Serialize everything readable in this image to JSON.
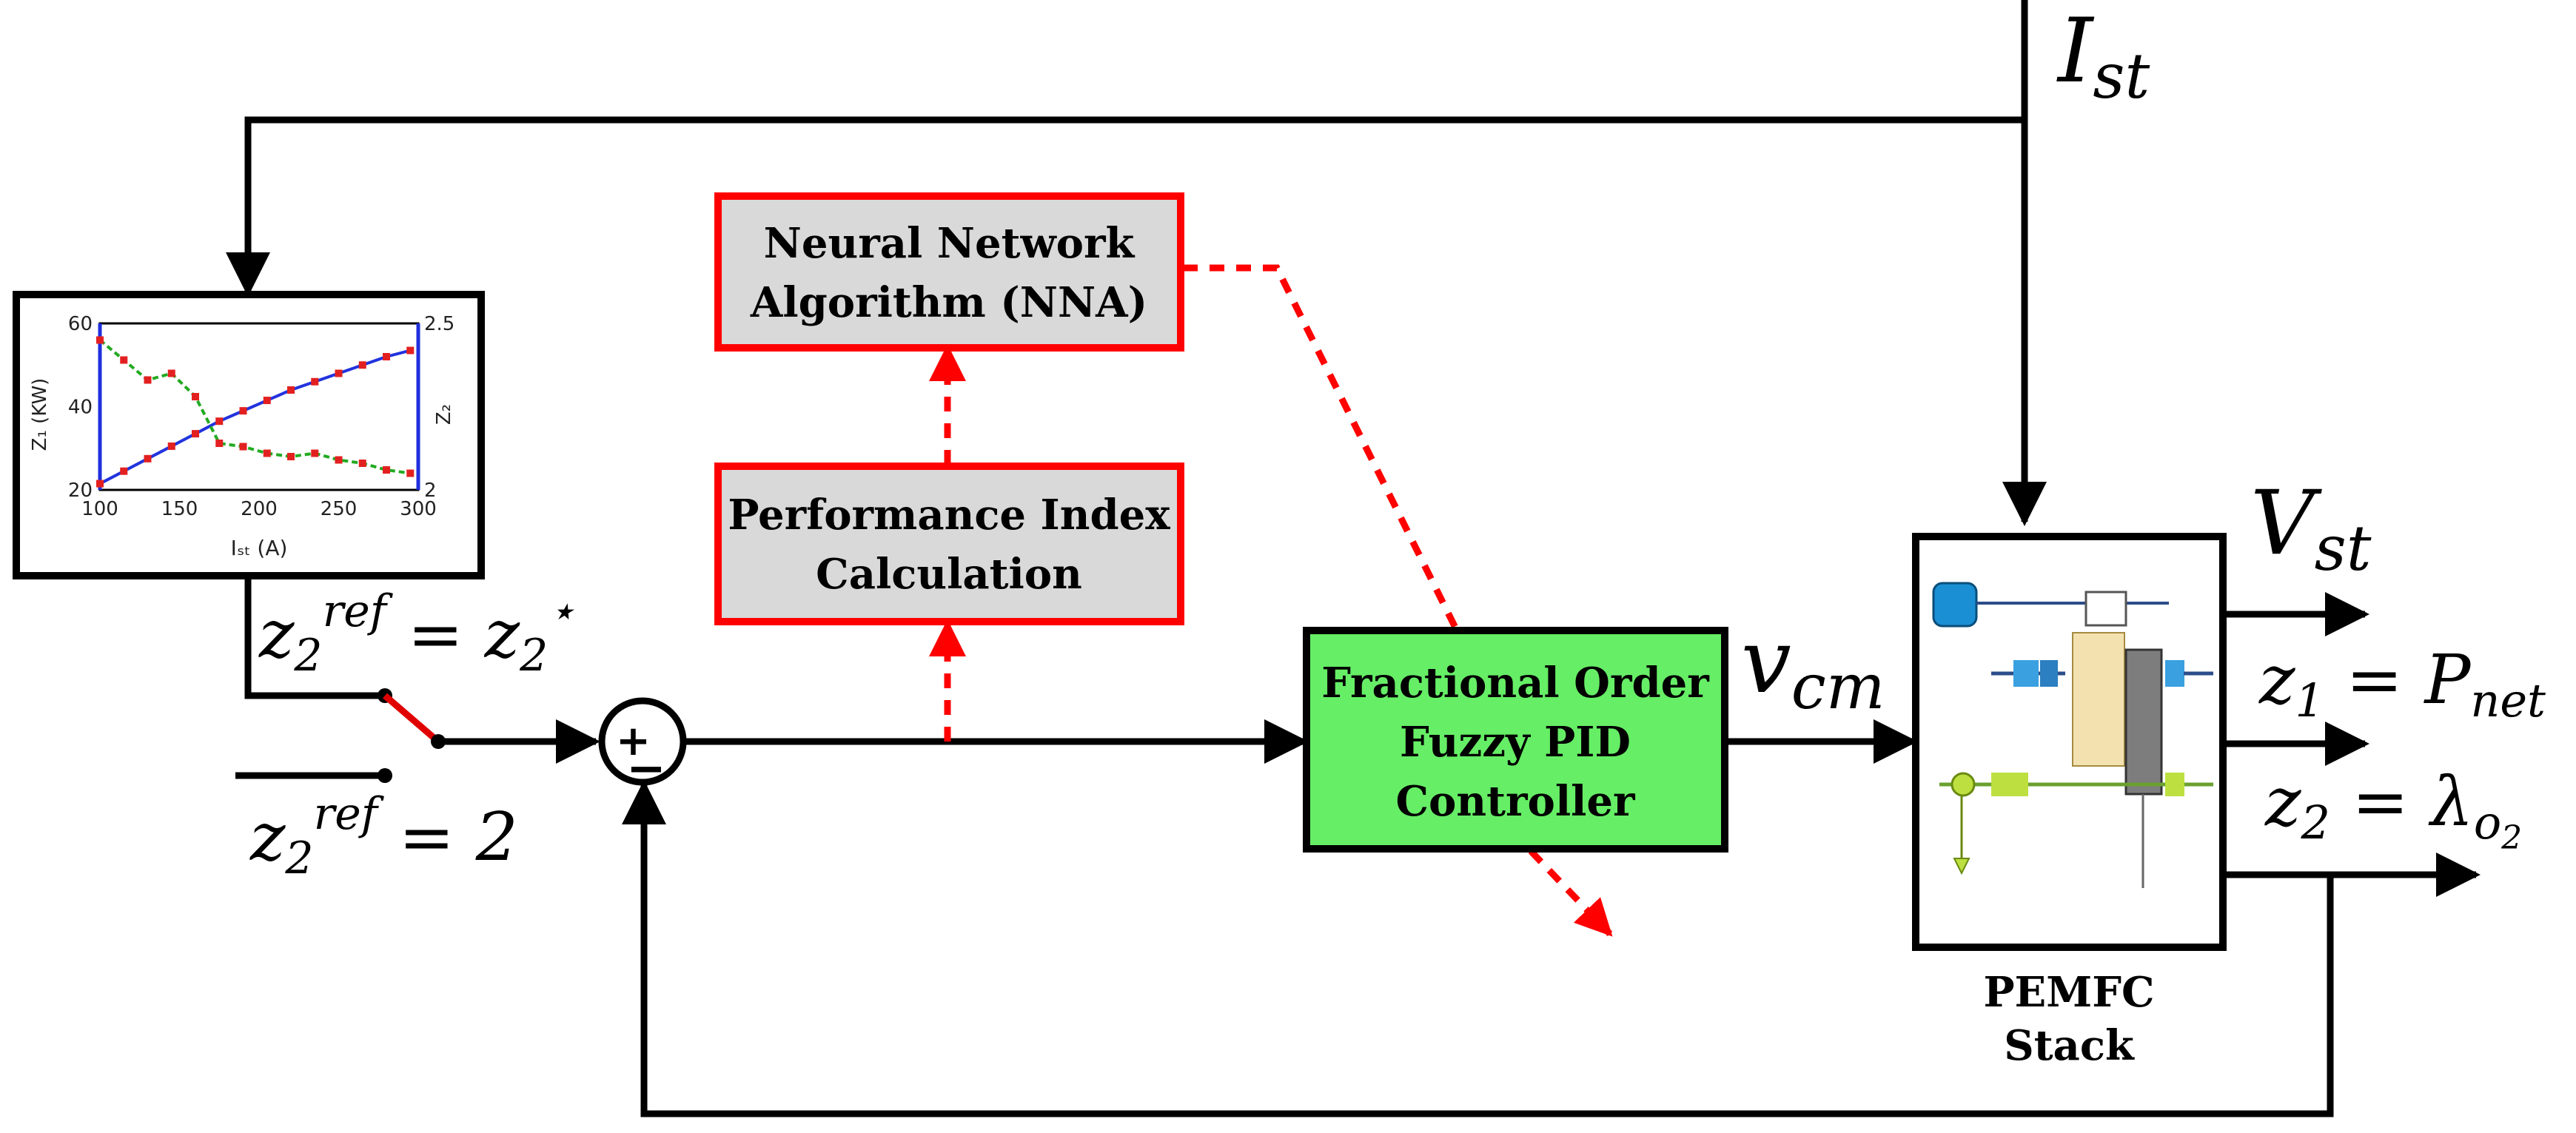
{
  "blocks": {
    "nna": {
      "line1": "Neural Network",
      "line2": "Algorithm (NNA)"
    },
    "pic": {
      "line1": "Performance Index",
      "line2": "Calculation"
    },
    "fofpid": {
      "line1": "Fractional Order",
      "line2": "Fuzzy PID",
      "line3": "Controller"
    },
    "pemfc": {
      "line1": "PEMFC",
      "line2": "Stack"
    }
  },
  "signals": {
    "ist": {
      "base": "I",
      "sub": "st"
    },
    "vst": {
      "base": "V",
      "sub": "st"
    },
    "vcm": {
      "base": "v",
      "sub": "cm"
    },
    "z1": {
      "base": "z",
      "sub": "1",
      "rhs_base": "P",
      "rhs_sub": "net"
    },
    "z2": {
      "base": "z",
      "sub": "2",
      "rhs_base": "λ",
      "rhs_sub": "o",
      "rhs_subsub": "2"
    },
    "ref_star": {
      "base": "z",
      "sub": "2",
      "sup": "ref",
      "rhs_base": "z",
      "rhs_sub": "2",
      "rhs_sup": "⋆"
    },
    "ref_const": {
      "base": "z",
      "sub": "2",
      "sup": "ref",
      "rhs": "2"
    }
  },
  "summing_junction": {
    "plus": "+",
    "minus": "−"
  },
  "colors": {
    "nn_loop": "#ff0000",
    "controller_fill": "#66ee66",
    "block_fill": "#d9d9d9",
    "wire": "#000000"
  },
  "inset_chart": {
    "y_left_ticks": [
      "60",
      "40",
      "20"
    ],
    "y_right_ticks": [
      "2.5",
      "2"
    ],
    "x_ticks": [
      "100",
      "150",
      "200",
      "250",
      "300"
    ],
    "y_left_label": "Z₁ (KW)",
    "y_right_label": "Z₂",
    "x_label": "Iₛₜ (A)"
  },
  "chart_data": {
    "type": "line",
    "x": [
      100,
      115,
      130,
      145,
      160,
      175,
      190,
      205,
      220,
      235,
      250,
      265,
      280,
      295
    ],
    "xlim": [
      100,
      300
    ],
    "ylim_left": [
      20,
      60
    ],
    "ylim_right": [
      2,
      2.5
    ],
    "series": [
      {
        "axis": "left",
        "color": "#2233dd",
        "values": [
          21.5,
          24.5,
          27.5,
          30.5,
          33.5,
          36.5,
          39.0,
          41.5,
          44.0,
          46.0,
          48.0,
          50.0,
          52.0,
          53.5
        ]
      },
      {
        "axis": "right",
        "color": "#22aa22",
        "values": [
          2.45,
          2.39,
          2.33,
          2.35,
          2.28,
          2.14,
          2.13,
          2.11,
          2.1,
          2.11,
          2.09,
          2.08,
          2.06,
          2.05
        ]
      }
    ]
  }
}
